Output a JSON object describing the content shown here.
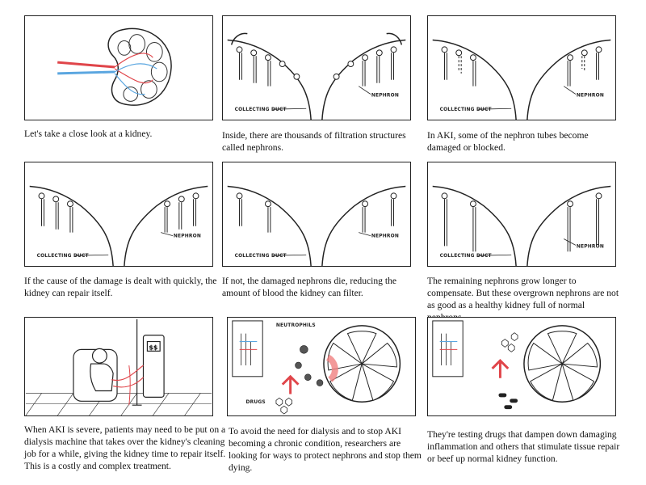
{
  "panels": [
    {
      "caption": "Let's take a close look at a kidney."
    },
    {
      "caption": "Inside, there are thousands of filtration structures called nephrons.",
      "labels": {
        "nephron": "NEPHRON",
        "duct": "COLLECTING DUCT"
      }
    },
    {
      "caption": "In AKI, some of the nephron tubes become damaged or blocked.",
      "labels": {
        "nephron": "NEPHRON",
        "duct": "COLLECTING DUCT"
      }
    },
    {
      "caption": "If the cause of the damage is dealt with quickly, the kidney can repair itself.",
      "labels": {
        "nephron": "NEPHRON",
        "duct": "COLLECTING DUCT"
      }
    },
    {
      "caption": "If not, the damaged nephrons die, reducing the amount of blood the kidney can filter.",
      "labels": {
        "nephron": "NEPHRON",
        "duct": "COLLECTING DUCT"
      }
    },
    {
      "caption": "The remaining nephrons grow longer to compensate. But these overgrown nephrons are not as good as a healthy kidney full of normal nephrons.",
      "labels": {
        "nephron": "NEPHRON",
        "duct": "COLLECTING DUCT"
      }
    },
    {
      "caption": "When AKI is severe, patients may need to be put on a dialysis machine that takes over the kidney's cleaning job for a while, giving the kidney time to repair itself. This is a costly and complex treatment.",
      "labels": {
        "machine": "$$"
      }
    },
    {
      "caption": "To avoid the need for dialysis and to stop AKI becoming a chronic condition, researchers are looking for ways to protect nephrons and stop them dying.",
      "labels": {
        "neutrophils": "NEUTROPHILS",
        "drugs": "DRUGS"
      }
    },
    {
      "caption": "They're testing drugs that dampen down damaging inflammation and others that stimulate tissue repair or beef up normal kidney function."
    }
  ],
  "colors": {
    "artery": "#e0454a",
    "vein": "#5aa6e0",
    "ink": "#222222",
    "highlight": "#f08080"
  }
}
